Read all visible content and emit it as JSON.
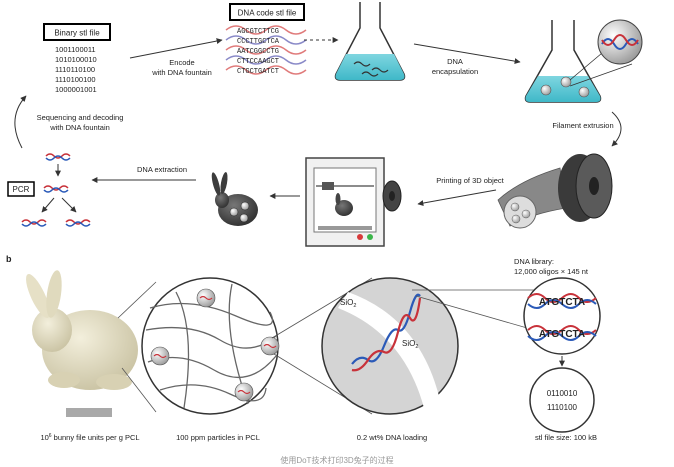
{
  "panel_a": {
    "binary_file": {
      "title": "Binary stl file",
      "lines": [
        "1001100011",
        "1010100010",
        "1110110100",
        "1110100100",
        "1000001001"
      ]
    },
    "encode_label": [
      "Encode",
      "with DNA fountain"
    ],
    "dna_file": {
      "title": "DNA code stl file",
      "lines": [
        "AGCGTCTTCG",
        "CCCTTGCTCA",
        "AATCGGCCTG",
        "CTTCCAAGCT",
        "CTGCTGATCT"
      ]
    },
    "encapsulation_label": [
      "DNA",
      "encapsulation"
    ],
    "filament_label": "Filament extrusion",
    "printing_label": "Printing of 3D object",
    "extraction_label": "DNA extraction",
    "sequencing_label": [
      "Sequencing and decoding",
      "with DNA fountain"
    ],
    "pcr_label": "PCR"
  },
  "panel_b": {
    "letter": "b",
    "dna_library": [
      "DNA library:",
      "12,000 oligos × 145 nt"
    ],
    "sio2_outer": "SiO",
    "sio2_inner": "SiO",
    "sub2": "2",
    "dna_seq": "ATGTCTA",
    "binary_lines": [
      "0110010",
      "1110100"
    ],
    "captions": {
      "bunny_prefix": "10",
      "bunny_exp": "6",
      "bunny_rest": " bunny file units per g PCL",
      "particles": "100 ppm particles in PCL",
      "loading": "0.2 wt% DNA loading",
      "file_size": "stl file size: 100 kB"
    }
  },
  "footer": "使用DoT技术打印3D兔子的过程"
}
